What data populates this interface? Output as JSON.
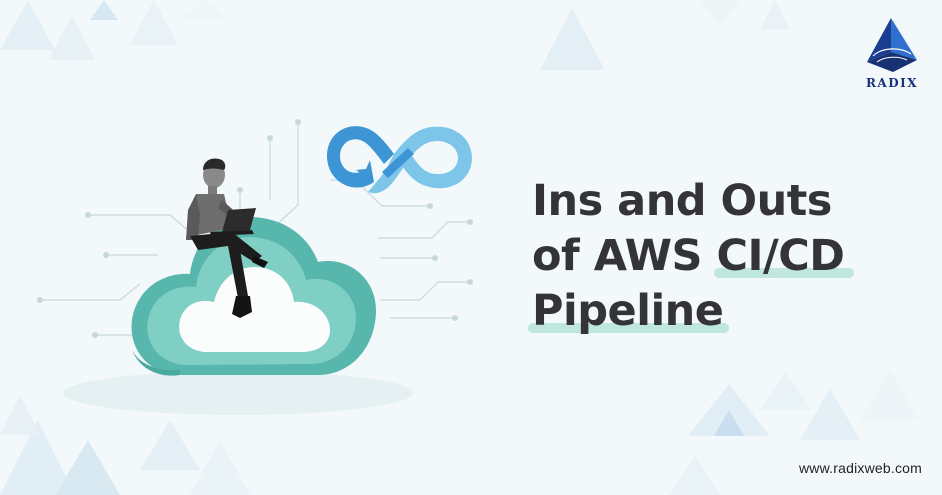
{
  "brand": {
    "name": "RADIX",
    "website": "www.radixweb.com",
    "primary_color": "#16337a",
    "accent_color": "#3d95d6"
  },
  "heading": {
    "line1": "Ins and Outs",
    "line2_prefix": "of AWS ",
    "line2_highlight": "CI/CD",
    "line3": "Pipeline",
    "text_color": "#333338",
    "highlight_color": "#bfe6df"
  },
  "illustration": {
    "cloud_icon": "cloud-icon",
    "infinity_icon": "devops-infinity-icon",
    "person": "developer-with-laptop"
  }
}
